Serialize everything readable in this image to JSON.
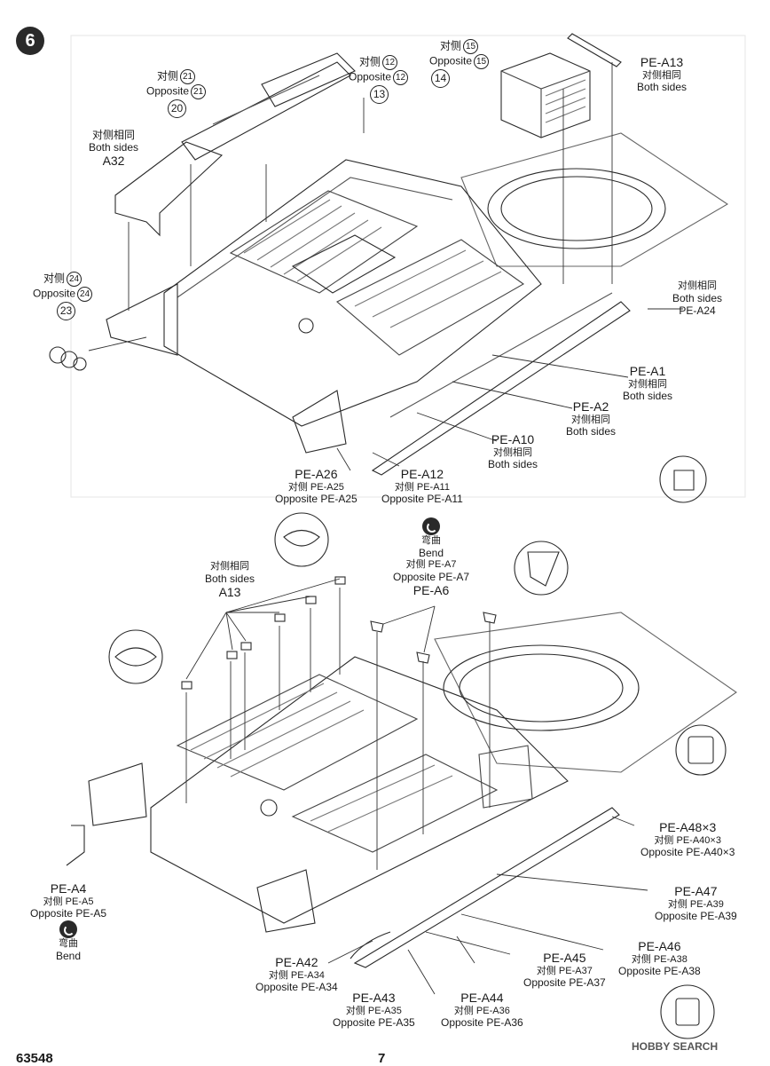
{
  "step": {
    "number": "6"
  },
  "labels": {
    "a32": {
      "side_cn": "对侧相同",
      "side_en": "Both sides",
      "part": "A32"
    },
    "p20": {
      "opp_cn": "对侧",
      "opp_en": "Opposite",
      "opp_num": "21",
      "part": "20"
    },
    "p13": {
      "opp_cn": "对侧",
      "opp_en": "Opposite",
      "opp_num": "12",
      "part": "13"
    },
    "p14": {
      "opp_cn": "对侧",
      "opp_en": "Opposite",
      "opp_num": "15",
      "part": "14"
    },
    "pe_a13_top": {
      "part": "PE-A13",
      "side_cn": "对侧相同",
      "side_en": "Both sides"
    },
    "p23": {
      "opp_cn": "对侧",
      "opp_en": "Opposite",
      "opp_num": "24",
      "part": "23"
    },
    "pe_a24": {
      "side_cn": "对侧相同",
      "side_en": "Both sides",
      "part": "PE-A24"
    },
    "pe_a1": {
      "part": "PE-A1",
      "side_cn": "对侧相同",
      "side_en": "Both sides"
    },
    "pe_a2": {
      "part": "PE-A2",
      "side_cn": "对侧相同",
      "side_en": "Both sides"
    },
    "pe_a10": {
      "part": "PE-A10",
      "side_cn": "对侧相同",
      "side_en": "Both sides"
    },
    "pe_a26": {
      "part": "PE-A26",
      "opp_cn": "对侧 PE-A25",
      "opp_en": "Opposite PE-A25"
    },
    "pe_a12": {
      "part": "PE-A12",
      "opp_cn": "对侧 PE-A11",
      "opp_en": "Opposite PE-A11"
    },
    "a13_bottom": {
      "side_cn": "对侧相同",
      "side_en": "Both sides",
      "part": "A13"
    },
    "pe_a6": {
      "bend_cn": "弯曲",
      "bend_en": "Bend",
      "opp_cn": "对侧 PE-A7",
      "opp_en": "Opposite PE-A7",
      "part": "PE-A6"
    },
    "pe_a48": {
      "part": "PE-A48×3",
      "opp_cn": "对侧 PE-A40×3",
      "opp_en": "Opposite PE-A40×3"
    },
    "pe_a47": {
      "part": "PE-A47",
      "opp_cn": "对侧 PE-A39",
      "opp_en": "Opposite PE-A39"
    },
    "pe_a46": {
      "part": "PE-A46",
      "opp_cn": "对侧 PE-A38",
      "opp_en": "Opposite PE-A38"
    },
    "pe_a45": {
      "part": "PE-A45",
      "opp_cn": "对侧 PE-A37",
      "opp_en": "Opposite PE-A37"
    },
    "pe_a44": {
      "part": "PE-A44",
      "opp_cn": "对侧 PE-A36",
      "opp_en": "Opposite PE-A36"
    },
    "pe_a43": {
      "part": "PE-A43",
      "opp_cn": "对侧 PE-A35",
      "opp_en": "Opposite PE-A35"
    },
    "pe_a42": {
      "part": "PE-A42",
      "opp_cn": "对侧 PE-A34",
      "opp_en": "Opposite PE-A34"
    },
    "pe_a4": {
      "part": "PE-A4",
      "opp_cn": "对侧 PE-A5",
      "opp_en": "Opposite PE-A5",
      "bend_cn": "弯曲",
      "bend_en": "Bend"
    }
  },
  "footer": {
    "code": "63548",
    "page": "7",
    "watermark": "HOBBY SEARCH"
  }
}
